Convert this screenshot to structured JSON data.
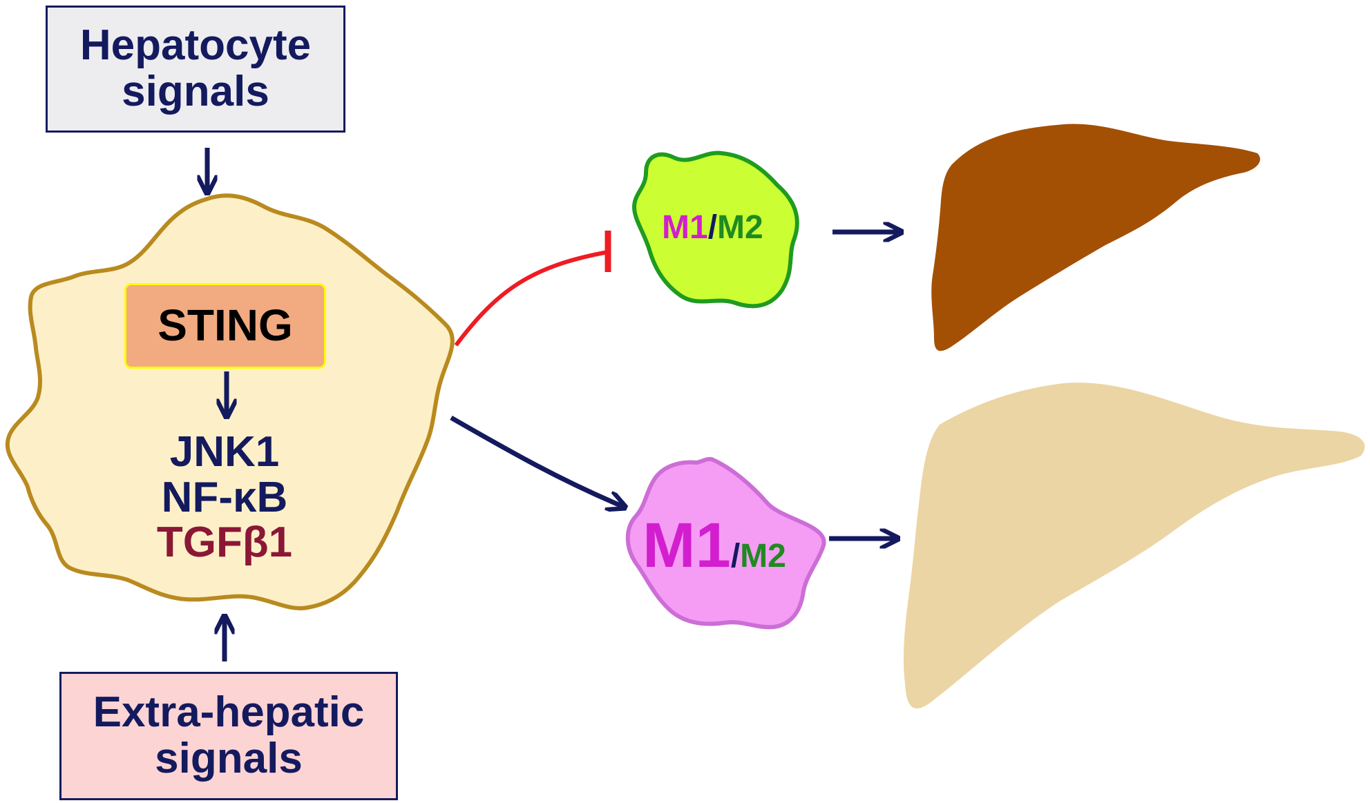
{
  "hepatocyte_box": {
    "line1": "Hepatocyte",
    "line2": "signals"
  },
  "extrahepatic_box": {
    "line1": "Extra-hepatic",
    "line2": "signals"
  },
  "sting_label": "STING",
  "downstream": {
    "jnk": "JNK1",
    "nfkb": "NF-κB",
    "tgf": "TGFβ1"
  },
  "macrophage_top": {
    "m1": "M1",
    "slash": "/",
    "m2": "M2"
  },
  "macrophage_bottom": {
    "m1": "M1",
    "slash": "/",
    "m2": "M2"
  },
  "colors": {
    "navy": "#141a5e",
    "cell_fill": "#fdf0c8",
    "cell_border": "#b98a1f",
    "inhibit_red": "#ee1c24",
    "m_top_fill": "#ccff33",
    "m_top_border": "#1f9b20",
    "m_bottom_fill": "#f59cf5",
    "m_bottom_border": "#cc6ed6",
    "liver_dark": "#a35005",
    "liver_light": "#ecd5a4"
  }
}
